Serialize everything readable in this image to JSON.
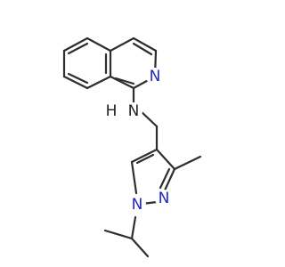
{
  "structure": {
    "atoms": {
      "isoquinoline_n": {
        "symbol": "N",
        "color": "#1f25c8"
      },
      "amine_n": {
        "symbol": "N",
        "color": "#222222"
      },
      "amine_h": {
        "symbol": "H",
        "color": "#222222"
      },
      "pyrazole_n1": {
        "symbol": "N",
        "color": "#1f25c8"
      },
      "pyrazole_n2": {
        "symbol": "N",
        "color": "#1f25c8"
      }
    }
  }
}
